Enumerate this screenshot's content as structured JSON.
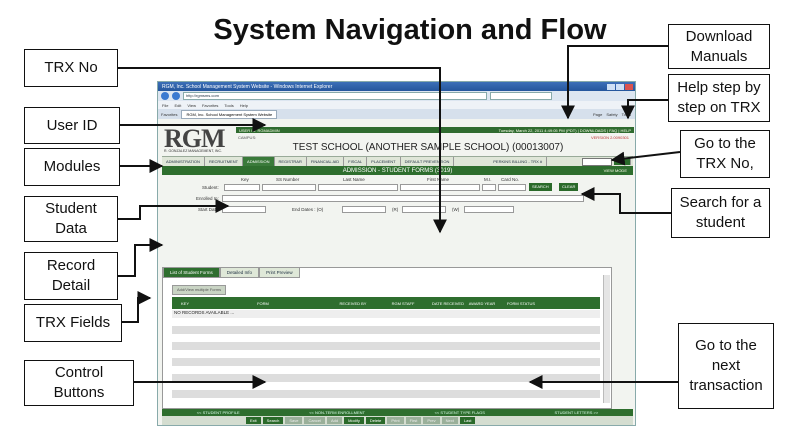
{
  "title": "System Navigation and Flow",
  "callouts": {
    "trx_no": "TRX No",
    "user_id": "User ID",
    "modules": "Modules",
    "student_data": "Student Data",
    "record_detail": "Record Detail",
    "trx_fields": "TRX Fields",
    "control_buttons": "Control Buttons",
    "download_manuals": "Download Manuals",
    "help_step": "Help step by step on TRX",
    "go_trx": "Go to the TRX No,",
    "search_student": "Search for a student",
    "next_trx": "Go to the next transaction"
  },
  "browser": {
    "window_title": "RGM, Inc. School Management System Website - Windows Internet Explorer",
    "url": "http://rgmsms.com",
    "menu": [
      "File",
      "Edit",
      "View",
      "Favorites",
      "Tools",
      "Help"
    ],
    "favorites": "Favorites",
    "tab": "RGM, Inc. School Management System Website",
    "tools": [
      "Page",
      "Safety",
      "Tools"
    ]
  },
  "app": {
    "logo": "RGM",
    "logo_sub": "R. GONZALEZ MANAGEMENT, INC.",
    "user_id": "USER ID: RGMADMIN",
    "datetime": "Tuesday, March 22, 2011 4:49:05 PM (PDT) | DOWNLOADS | FAQ | HELP",
    "campus": "CAMPUS:",
    "version": "VERSION 2.0090301",
    "school": "TEST SCHOOL (ANOTHER SAMPLE SCHOOL) (00013007)",
    "modules": [
      "ADMINISTRATION",
      "RECRUITMENT",
      "ADMISSION",
      "REGISTRAR",
      "FINANCIAL AID",
      "FISCAL",
      "PLACEMENT",
      "DEFAULT PREVENTION",
      "PERKINS BILLING - TRX #"
    ],
    "active_module": "ADMISSION",
    "section_title": "ADMISSION - STUDENT FORMS (3019)",
    "view_mode": "VIEW MODE",
    "search_labels": {
      "key": "Key",
      "ss": "SS Number",
      "last": "Last Name",
      "first": "First Name",
      "mi": "M.I.",
      "card": "Card No."
    },
    "student_label": "Student:",
    "enrolled_label": "Enrolled In:",
    "start_label": "Start Date:",
    "end_label": "End Dates : (O)",
    "r_label": "(R)",
    "w_label": "(W)",
    "search_btn": "SEARCH",
    "clear_btn": "CLEAR",
    "tabs": [
      "List of Student Forms",
      "Detailed Info",
      "Print Preview"
    ],
    "add_btn": "Add/View multiple Forms",
    "columns": [
      "KEY",
      "FORM",
      "RECEIVED BY",
      "RGM STAFF",
      "DATE RECEIVED",
      "AWARD YEAR",
      "FORM STATUS"
    ],
    "no_records": "NO RECORDS AVAILABLE ...",
    "links": [
      "<< STUDENT PROFILE",
      "<< NON-TERM ENROLLMENT",
      "<< STUDENT TYPE FLAGS",
      "STUDENT LETTERS >>"
    ],
    "controls": [
      "Exit",
      "Search",
      "Save",
      "Cancel",
      "Add",
      "Modify",
      "Delete",
      "Print",
      "First",
      "Prev",
      "Next",
      "Last"
    ],
    "controls_enabled": [
      "Exit",
      "Search",
      "Modify",
      "Delete",
      "Last"
    ]
  }
}
